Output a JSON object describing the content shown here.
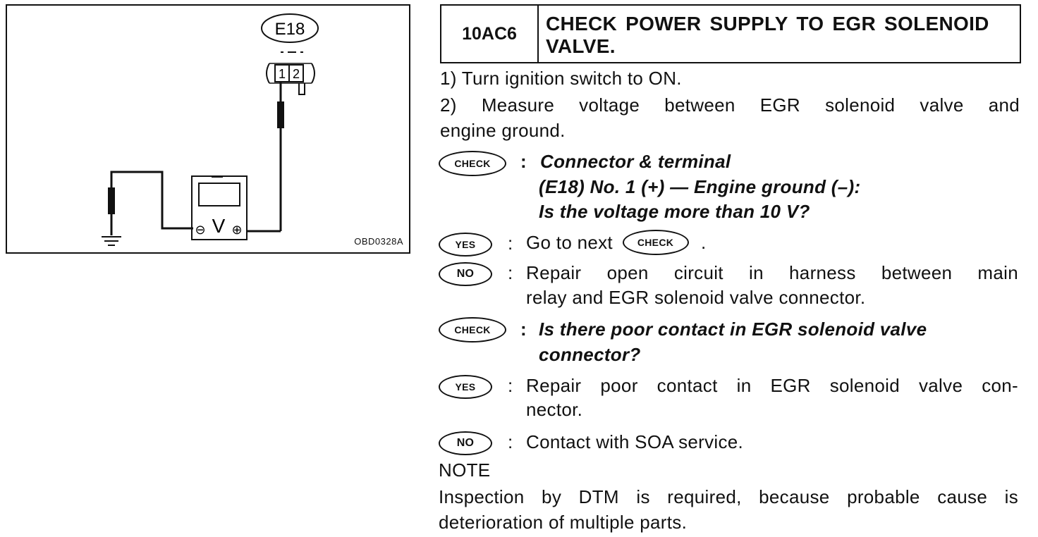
{
  "figure": {
    "connector_label": "E18",
    "pin_1": "1",
    "pin_2": "2",
    "meter_symbol": "V",
    "minus_symbol": "⊖",
    "plus_symbol": "⊕",
    "figure_id": "OBD0328A"
  },
  "step": {
    "code": "10AC6",
    "title": "CHECK POWER SUPPLY TO EGR SOLENOID VALVE."
  },
  "instructions": {
    "step1": "1) Turn ignition switch to ON.",
    "step2_line1": "2) Measure voltage between EGR solenoid valve and",
    "step2_line2": "engine ground."
  },
  "check1": {
    "badge": "CHECK",
    "colon": ":",
    "line1": "Connector & terminal",
    "line2": "(E18) No. 1 (+) — Engine ground (–):",
    "line3": "Is the voltage more than 10 V?"
  },
  "yes1": {
    "badge": "YES",
    "colon": ":",
    "text": "Go to next",
    "check_badge": "CHECK",
    "period": "."
  },
  "no1": {
    "badge": "NO",
    "colon": ":",
    "line1": "Repair open circuit in harness between main",
    "line2": "relay and EGR solenoid valve connector."
  },
  "check2": {
    "badge": "CHECK",
    "colon": ":",
    "line1": "Is there poor contact in EGR solenoid valve",
    "line2": "connector?"
  },
  "yes2": {
    "badge": "YES",
    "colon": ":",
    "line1": "Repair poor contact in EGR solenoid valve con-",
    "line2": "nector."
  },
  "no2": {
    "badge": "NO",
    "colon": ":",
    "text": "Contact with SOA service."
  },
  "note": {
    "heading": "NOTE",
    "line1": "Inspection by DTM is required, because probable cause is",
    "line2": "deterioration of multiple parts."
  }
}
